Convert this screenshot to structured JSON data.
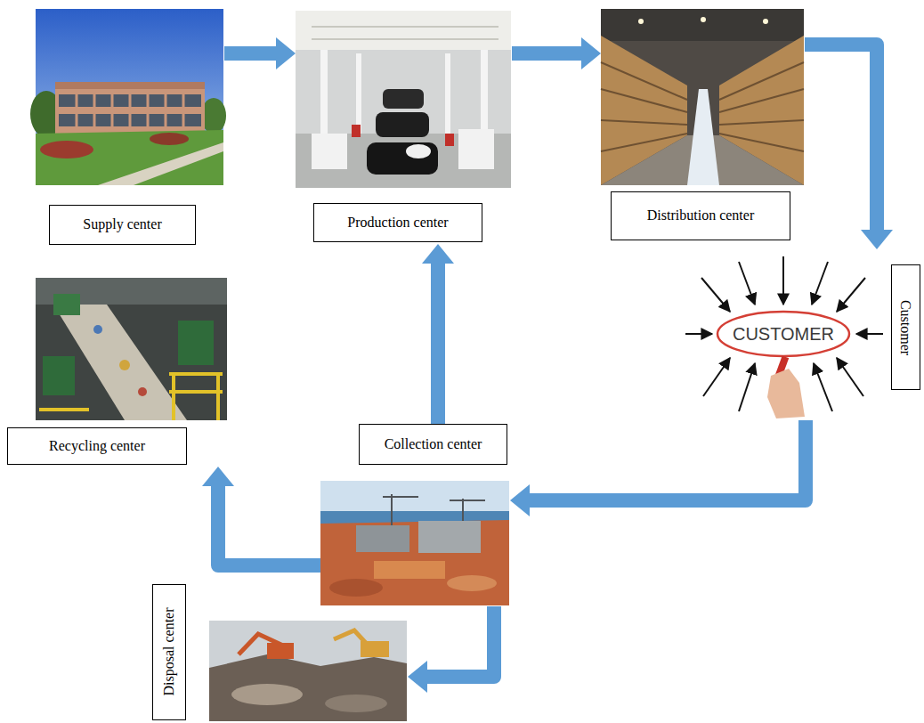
{
  "diagram": {
    "nodes": [
      {
        "text": [
          "Supply center"
        ]
      },
      {
        "text": [
          "Production center"
        ]
      },
      {
        "text": [
          "Distribution center"
        ]
      },
      {
        "text": [
          "Customer"
        ]
      },
      {
        "text": [
          "Recycling center"
        ]
      },
      {
        "text": [
          "Collection center"
        ]
      },
      {
        "text": [
          "Disposal center"
        ]
      }
    ],
    "edges": [
      {
        "from": 0,
        "to": 1,
        "arrow": "to"
      },
      {
        "from": 1,
        "to": 2,
        "arrow": "to"
      },
      {
        "from": 2,
        "to": 3,
        "arrow": "to"
      },
      {
        "from": 3,
        "to": 5,
        "arrow": "to"
      },
      {
        "from": 5,
        "to": 1,
        "arrow": "to"
      },
      {
        "from": 5,
        "to": 4,
        "arrow": "to"
      },
      {
        "from": 5,
        "to": 6,
        "arrow": "to"
      }
    ],
    "labels": [
      "CUSTOMER"
    ]
  }
}
